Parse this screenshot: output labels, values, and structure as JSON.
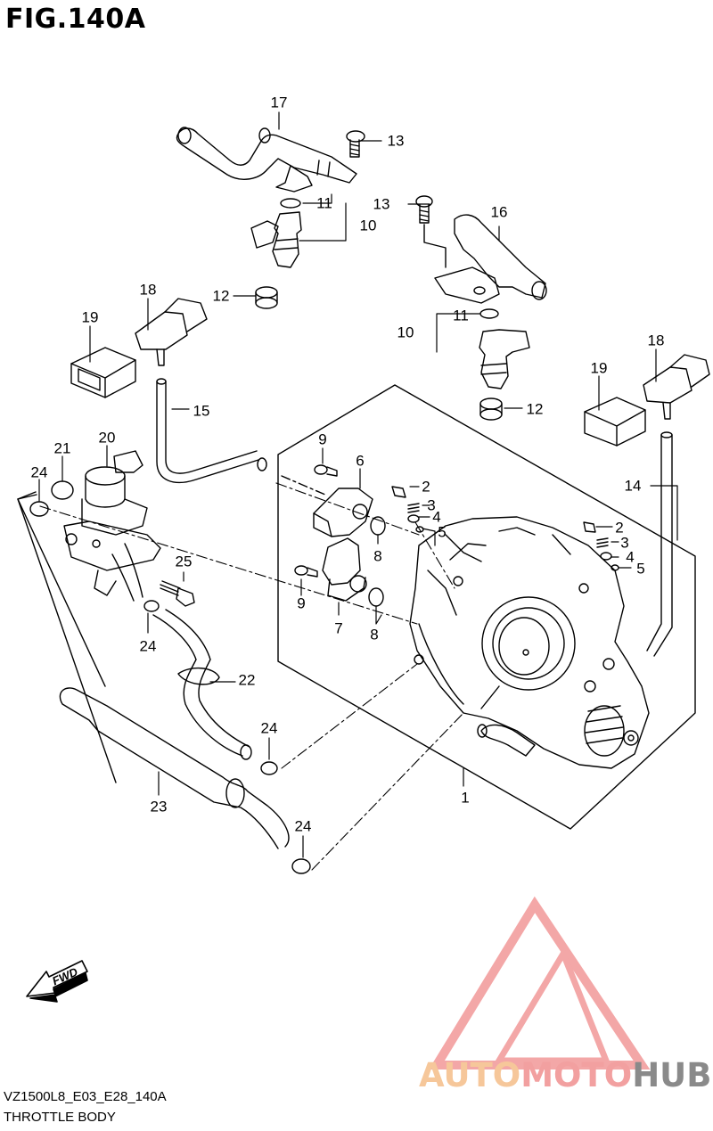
{
  "figure_title": "FIG.140A",
  "model_code": "VZ1500L8_E03_E28_140A",
  "section_name": "THROTTLE BODY",
  "brand": {
    "part1": "AUTO",
    "part2": "MOTO",
    "part3": "HUB"
  },
  "fwd_label": "FWD",
  "callouts": [
    {
      "id": "c17",
      "text": "17"
    },
    {
      "id": "c13a",
      "text": "13"
    },
    {
      "id": "c13b",
      "text": "13"
    },
    {
      "id": "c16",
      "text": "16"
    },
    {
      "id": "c11a",
      "text": "11"
    },
    {
      "id": "c10a",
      "text": "10"
    },
    {
      "id": "c11b",
      "text": "11"
    },
    {
      "id": "c10b",
      "text": "10"
    },
    {
      "id": "c12a",
      "text": "12"
    },
    {
      "id": "c12b",
      "text": "12"
    },
    {
      "id": "c18a",
      "text": "18"
    },
    {
      "id": "c19a",
      "text": "19"
    },
    {
      "id": "c18b",
      "text": "18"
    },
    {
      "id": "c19b",
      "text": "19"
    },
    {
      "id": "c15",
      "text": "15"
    },
    {
      "id": "c14",
      "text": "14"
    },
    {
      "id": "c20",
      "text": "20"
    },
    {
      "id": "c21",
      "text": "21"
    },
    {
      "id": "c24a",
      "text": "24"
    },
    {
      "id": "c9a",
      "text": "9"
    },
    {
      "id": "c6",
      "text": "6"
    },
    {
      "id": "c2a",
      "text": "2"
    },
    {
      "id": "c3a",
      "text": "3"
    },
    {
      "id": "c4a",
      "text": "4"
    },
    {
      "id": "c5a",
      "text": "5"
    },
    {
      "id": "c2b",
      "text": "2"
    },
    {
      "id": "c3b",
      "text": "3"
    },
    {
      "id": "c4b",
      "text": "4"
    },
    {
      "id": "c5b",
      "text": "5"
    },
    {
      "id": "c8a",
      "text": "8"
    },
    {
      "id": "c9b",
      "text": "9"
    },
    {
      "id": "c7",
      "text": "7"
    },
    {
      "id": "c8b",
      "text": "8"
    },
    {
      "id": "c25",
      "text": "25"
    },
    {
      "id": "c24b",
      "text": "24"
    },
    {
      "id": "c22",
      "text": "22"
    },
    {
      "id": "c24c",
      "text": "24"
    },
    {
      "id": "c23",
      "text": "23"
    },
    {
      "id": "c1",
      "text": "1"
    },
    {
      "id": "c24d",
      "text": "24"
    }
  ]
}
